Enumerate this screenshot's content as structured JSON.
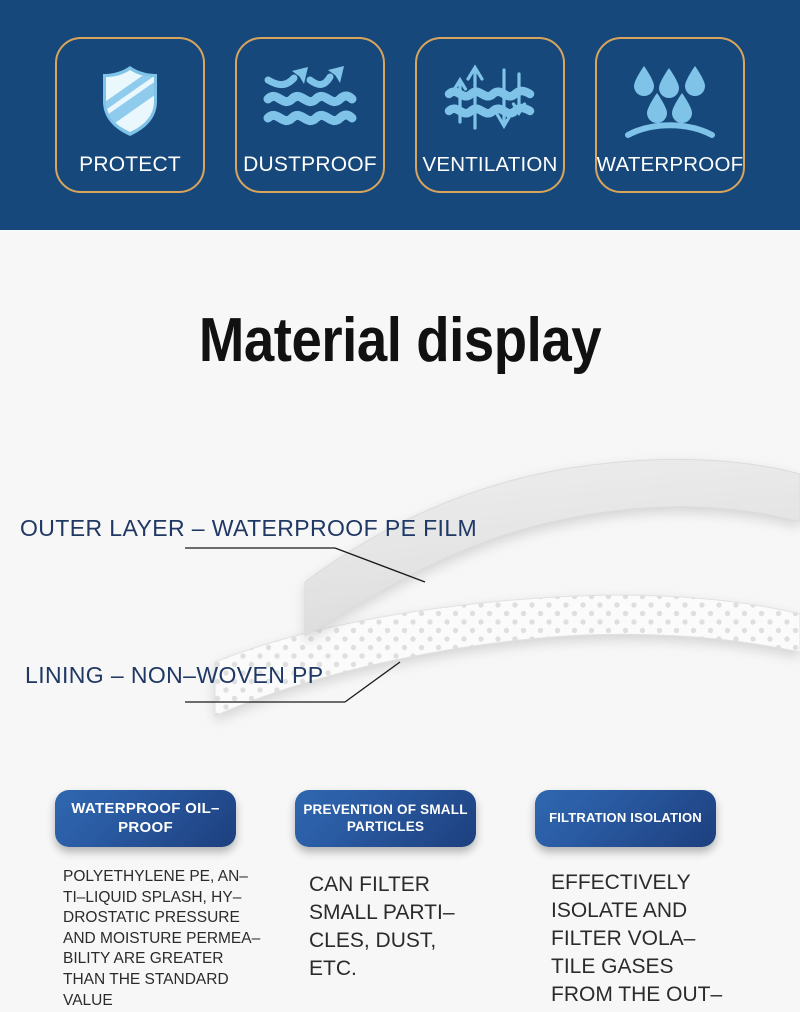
{
  "header": {
    "background_color": "#16487C",
    "border_color": "#D9A55C",
    "icon_color": "#7FC4E8",
    "features": [
      {
        "label": "PROTECT",
        "icon": "shield-icon"
      },
      {
        "label": "DUSTPROOF",
        "icon": "airflow-arrows-waves-icon"
      },
      {
        "label": "VENTILATION",
        "icon": "two-way-airflow-waves-icon"
      },
      {
        "label": "WATERPROOF",
        "icon": "raindrops-over-arc-icon"
      }
    ]
  },
  "title": {
    "text": "Material display",
    "color": "#111111"
  },
  "material_diagram": {
    "label_color": "#1F3864",
    "layers": [
      {
        "name": "outer-layer",
        "label": "OUTER LAYER – WATERPROOF PE FILM",
        "fill": "#E6E6E6"
      },
      {
        "name": "lining-layer",
        "label": "LINING – NON–WOVEN PP",
        "fill": "#FAFAFA",
        "pattern": "dotted"
      }
    ]
  },
  "columns": [
    {
      "badge": "WATERPROOF\nOIL–PROOF",
      "body": "POLYETHYLENE PE, AN–\nTI–LIQUID SPLASH, HY–\nDROSTATIC PRESSURE\nAND MOISTURE PERMEA–\nBILITY ARE GREATER\nTHAN THE STANDARD\nVALUE"
    },
    {
      "badge": "PREVENTION OF\nSMALL PARTICLES",
      "body": "CAN FILTER\nSMALL PARTI–\nCLES, DUST,\nETC."
    },
    {
      "badge": "FILTRATION ISOLATION",
      "body": "EFFECTIVELY\nISOLATE AND\nFILTER VOLA–\nTILE GASES\nFROM THE OUT–"
    }
  ],
  "badge_colors": {
    "gradient_start": "#2F68B0",
    "gradient_end": "#1D3F7E",
    "text": "#FFFFFF"
  }
}
